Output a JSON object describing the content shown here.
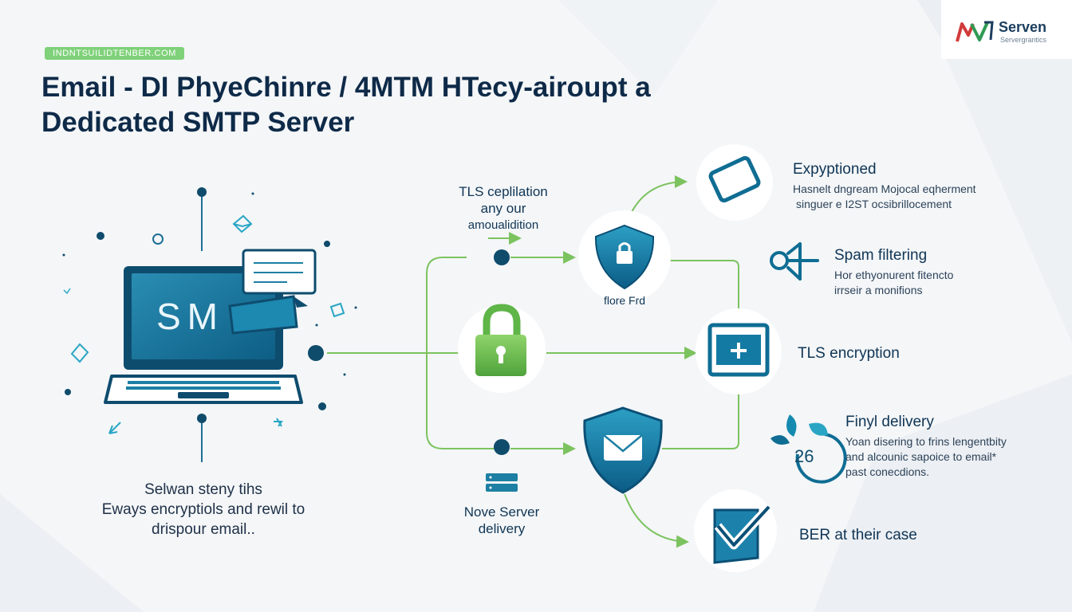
{
  "header": {
    "tag": "INDNTSUILIDTENBER.COM",
    "title_line1": "Email - DI PhyeChinre / 4MTM HTecy-airoupt a",
    "title_line2": "Dedicated SMTP Server"
  },
  "logo": {
    "name": "Serven",
    "subtitle": "Servergrantics"
  },
  "laptop": {
    "screen_text": "SM"
  },
  "left_caption": {
    "line1": "Selwan steny tihs",
    "line2": "Eways encryptiols and rewil to",
    "line3": "drispour email.."
  },
  "middle": {
    "tls_label_line1": "TLS ceplilation",
    "tls_label_line2": "any our",
    "tls_label_line3": "amoualidition",
    "shield_label": "flore Frd",
    "server_label_line1": "Nove Server",
    "server_label_line2": "delivery"
  },
  "features": [
    {
      "title": "Expyptioned",
      "desc_line1": "Hasnelt dngream Mojocal eqherment",
      "desc_line2": "singuer e I2ST ocsibrillocement",
      "icon": "tablet-icon"
    },
    {
      "title": "Spam filtering",
      "desc_line1": "Hor ethyonurent fitencto",
      "desc_line2": "irrseir a monifions",
      "icon": "megaphone-icon"
    },
    {
      "title": "TLS encryption",
      "icon": "monitor-plus-icon"
    },
    {
      "title": "Finyl delivery",
      "desc_line1": "Yoan disering to frins lengentbity",
      "desc_line2": "and alcounic sapoice to email*",
      "desc_line3": "past conecdions.",
      "icon": "leaf-timer-icon",
      "badge": "26"
    },
    {
      "title": "BER at their case",
      "icon": "check-shield-icon"
    }
  ],
  "colors": {
    "navy": "#0e2a48",
    "teal": "#1d7fa3",
    "green": "#5fb548",
    "line_green": "#7cc35f",
    "dot": "#0f4c6c"
  }
}
